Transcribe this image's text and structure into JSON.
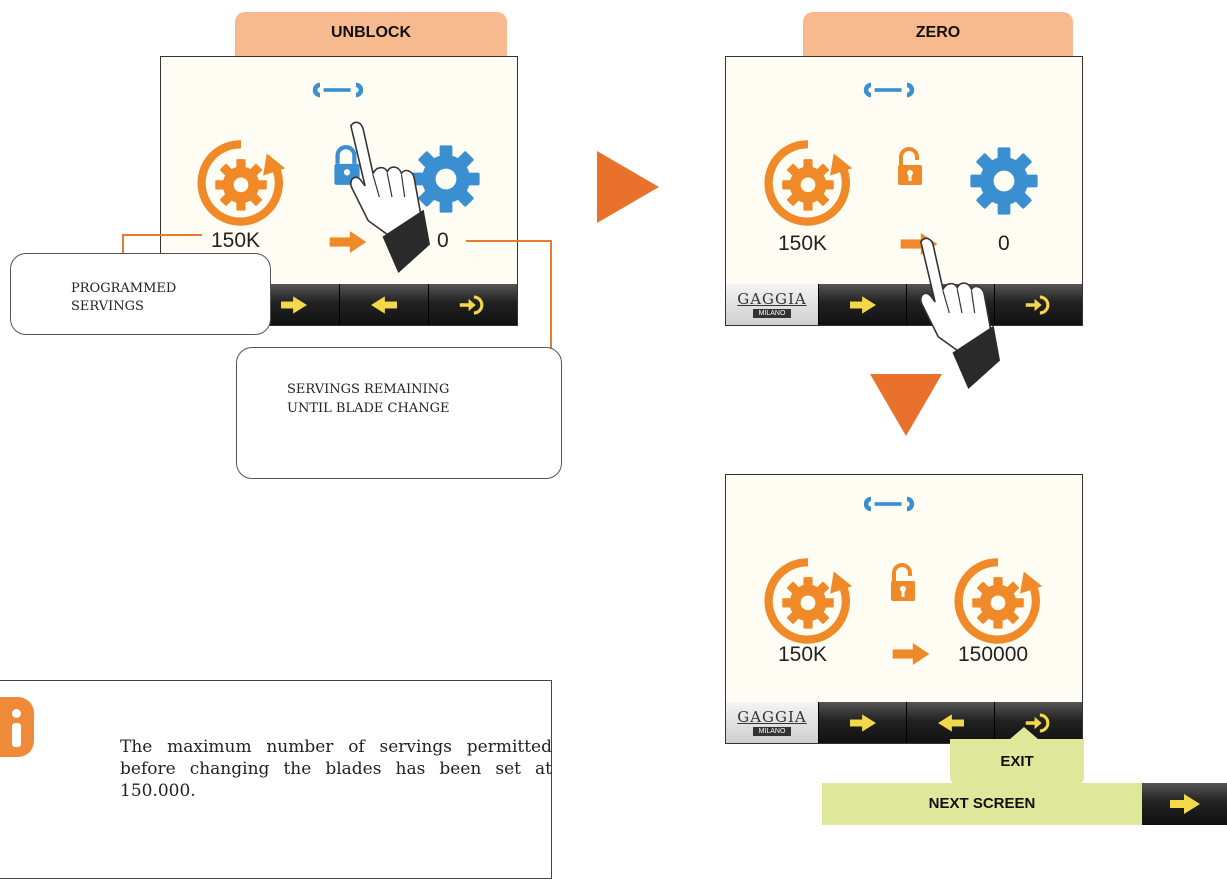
{
  "tabs": {
    "unblock": "UNBLOCK",
    "zero": "ZERO",
    "exit": "EXIT",
    "next_screen": "NEXT SCREEN"
  },
  "screens": {
    "s1": {
      "programmed": "150K",
      "remaining": "0"
    },
    "s2": {
      "programmed": "150K",
      "remaining": "0",
      "brand": "GAGGIA",
      "brand_sub": "MILANO"
    },
    "s3": {
      "programmed": "150K",
      "remaining": "150000",
      "brand": "GAGGIA",
      "brand_sub": "MILANO"
    }
  },
  "callouts": {
    "programmed": "PROGRAMMED SERVINGS",
    "remaining_line1": "SERVINGS REMAINING",
    "remaining_line2": "UNTIL BLADE CHANGE"
  },
  "info": {
    "icon": "info-icon",
    "text": "The maximum number of servings permitted before changing the blades has been set at 150.000."
  },
  "colors": {
    "orange": "#f08a28",
    "blue": "#3a8fd1",
    "tab_orange": "#f7b98e",
    "tab_green": "#dfe89a",
    "arrow_yellow": "#f3d94a"
  }
}
